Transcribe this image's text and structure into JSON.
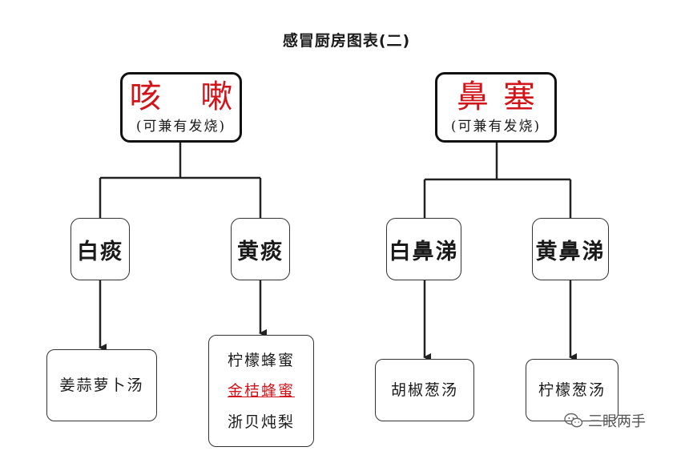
{
  "title": "感冒厨房图表(二)",
  "left": {
    "symptom": "咳 嗽",
    "note": "(可兼有发烧)",
    "branches": [
      {
        "label": "白痰",
        "remedies": [
          "姜蒜萝卜汤"
        ]
      },
      {
        "label": "黄痰",
        "remedies": [
          "柠檬蜂蜜",
          "金桔蜂蜜",
          "浙贝炖梨"
        ],
        "highlight_index": 1
      }
    ]
  },
  "right": {
    "symptom": "鼻塞",
    "note": "(可兼有发烧)",
    "branches": [
      {
        "label": "白鼻涕",
        "remedies": [
          "胡椒葱汤"
        ]
      },
      {
        "label": "黄鼻涕",
        "remedies": [
          "柠檬葱汤"
        ]
      }
    ]
  },
  "watermark": {
    "icon": "wechat-icon",
    "text": "三眼两手"
  },
  "colors": {
    "accent_red": "#d0141a",
    "line": "#222222"
  }
}
